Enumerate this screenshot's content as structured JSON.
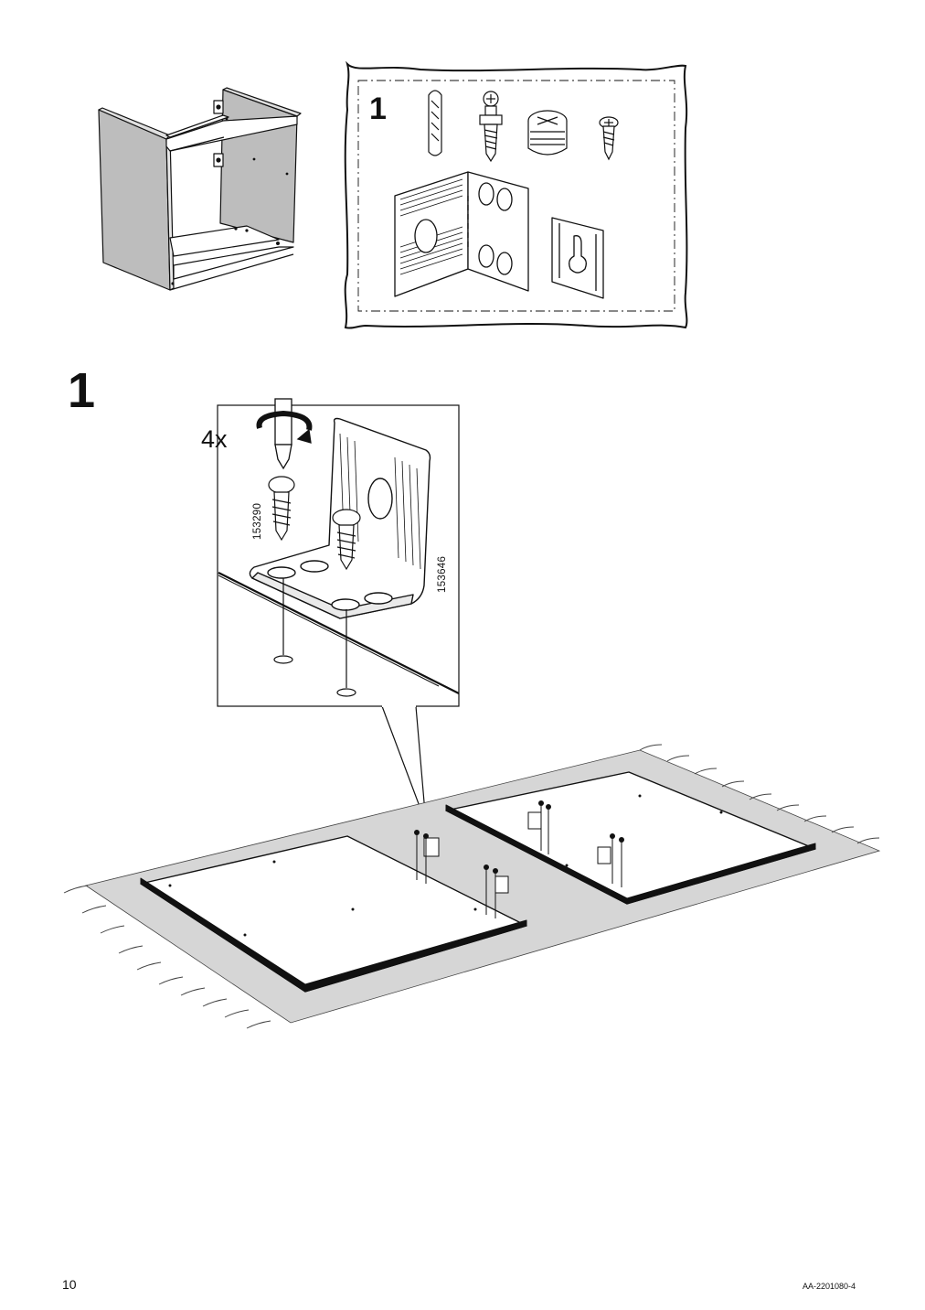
{
  "page": {
    "number": "10",
    "doc_id": "AA-2201080-4"
  },
  "parts_bag": {
    "step_number": "1",
    "parts": [
      "dowel-icon",
      "cam-bolt-icon",
      "cam-lock-icon",
      "screw-icon",
      "corner-bracket-icon",
      "hanger-plate-icon"
    ]
  },
  "step": {
    "number": "1",
    "quantity": "4x",
    "screw_part": "153290",
    "bracket_part": "153646"
  },
  "colors": {
    "line": "#111111",
    "panel": "#ffffff",
    "shade": "#d6d6d6",
    "cabinet": "#bdbdbd"
  }
}
